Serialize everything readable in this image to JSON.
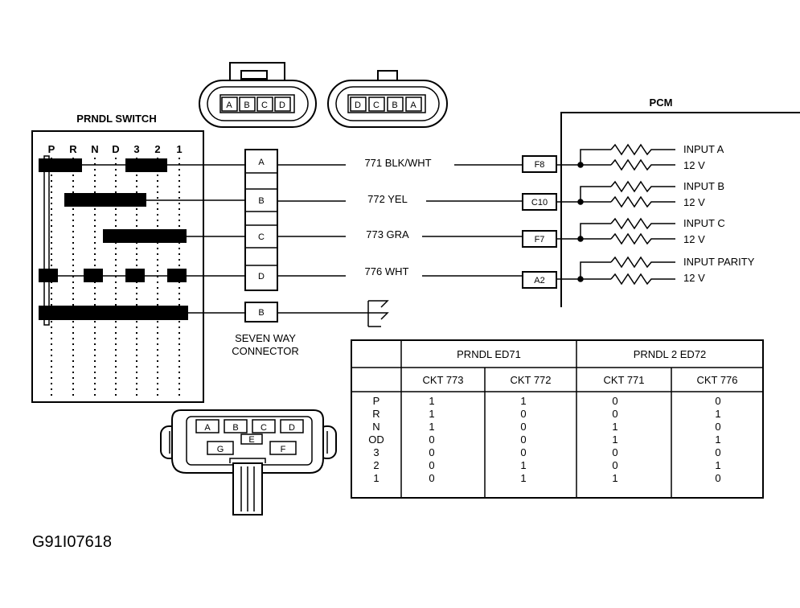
{
  "colors": {
    "ink": "#000000",
    "paper": "#ffffff"
  },
  "switch": {
    "title": "PRNDL SWITCH",
    "positions": [
      "P",
      "R",
      "N",
      "D",
      "3",
      "2",
      "1"
    ]
  },
  "connector": {
    "pins": [
      "A",
      "B",
      "C",
      "D"
    ],
    "extra_pin": "B",
    "caption_line1": "SEVEN WAY",
    "caption_line2": "CONNECTOR"
  },
  "top_plugs": {
    "left_pins": [
      "A",
      "B",
      "C",
      "D"
    ],
    "right_pins": [
      "D",
      "C",
      "B",
      "A"
    ]
  },
  "wires": [
    {
      "label": "771 BLK/WHT",
      "terminal": "F8",
      "input": "INPUT A",
      "volt": "12 V"
    },
    {
      "label": "772 YEL",
      "terminal": "C10",
      "input": "INPUT B",
      "volt": "12 V"
    },
    {
      "label": "773 GRA",
      "terminal": "F7",
      "input": "INPUT C",
      "volt": "12 V"
    },
    {
      "label": "776 WHT",
      "terminal": "A2",
      "input": "INPUT PARITY",
      "volt": "12 V"
    }
  ],
  "pcm": {
    "label": "PCM"
  },
  "bottom_connector": {
    "top_pins": [
      "A",
      "B",
      "C",
      "D"
    ],
    "mid_pin": "E",
    "bottom_pins": [
      "G",
      "F"
    ]
  },
  "table": {
    "groups": [
      "PRNDL ED71",
      "PRNDL 2 ED72"
    ],
    "columns": [
      "CKT 773",
      "CKT 772",
      "CKT 771",
      "CKT 776"
    ],
    "rows": [
      {
        "pos": "P",
        "values": [
          "1",
          "1",
          "0",
          "0"
        ]
      },
      {
        "pos": "R",
        "values": [
          "1",
          "0",
          "0",
          "1"
        ]
      },
      {
        "pos": "N",
        "values": [
          "1",
          "0",
          "1",
          "0"
        ]
      },
      {
        "pos": "OD",
        "values": [
          "0",
          "0",
          "1",
          "1"
        ]
      },
      {
        "pos": "3",
        "values": [
          "0",
          "0",
          "0",
          "0"
        ]
      },
      {
        "pos": "2",
        "values": [
          "0",
          "1",
          "0",
          "1"
        ]
      },
      {
        "pos": "1",
        "values": [
          "0",
          "1",
          "1",
          "0"
        ]
      }
    ]
  },
  "figure_code": "G91I07618"
}
